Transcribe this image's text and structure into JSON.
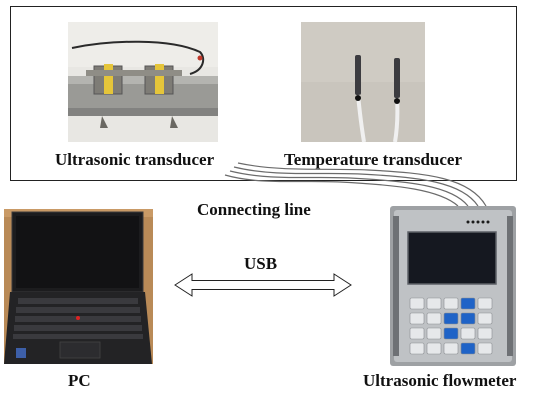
{
  "labels": {
    "ultrasonic_transducer": "Ultrasonic transducer",
    "temperature_transducer": "Temperature transducer",
    "connecting_line": "Connecting line",
    "usb": "USB",
    "pc": "PC",
    "ultrasonic_flowmeter": "Ultrasonic flowmeter"
  },
  "icons": {
    "pipe_photo": "pipe-with-transducers-photo",
    "probe_photo": "temperature-probes-photo",
    "laptop_photo": "laptop-photo",
    "flowmeter_photo": "flowmeter-device-photo",
    "usb_arrow": "double-headed-arrow"
  },
  "colors": {
    "border": "#222222",
    "pipe": "#9a9a96",
    "probe_bg": "#c9c5bd",
    "laptop_body": "#1c1c1e",
    "flowmeter_body": "#b9bcbf",
    "flowmeter_screen": "#151820",
    "key_blue": "#1f63c7"
  }
}
